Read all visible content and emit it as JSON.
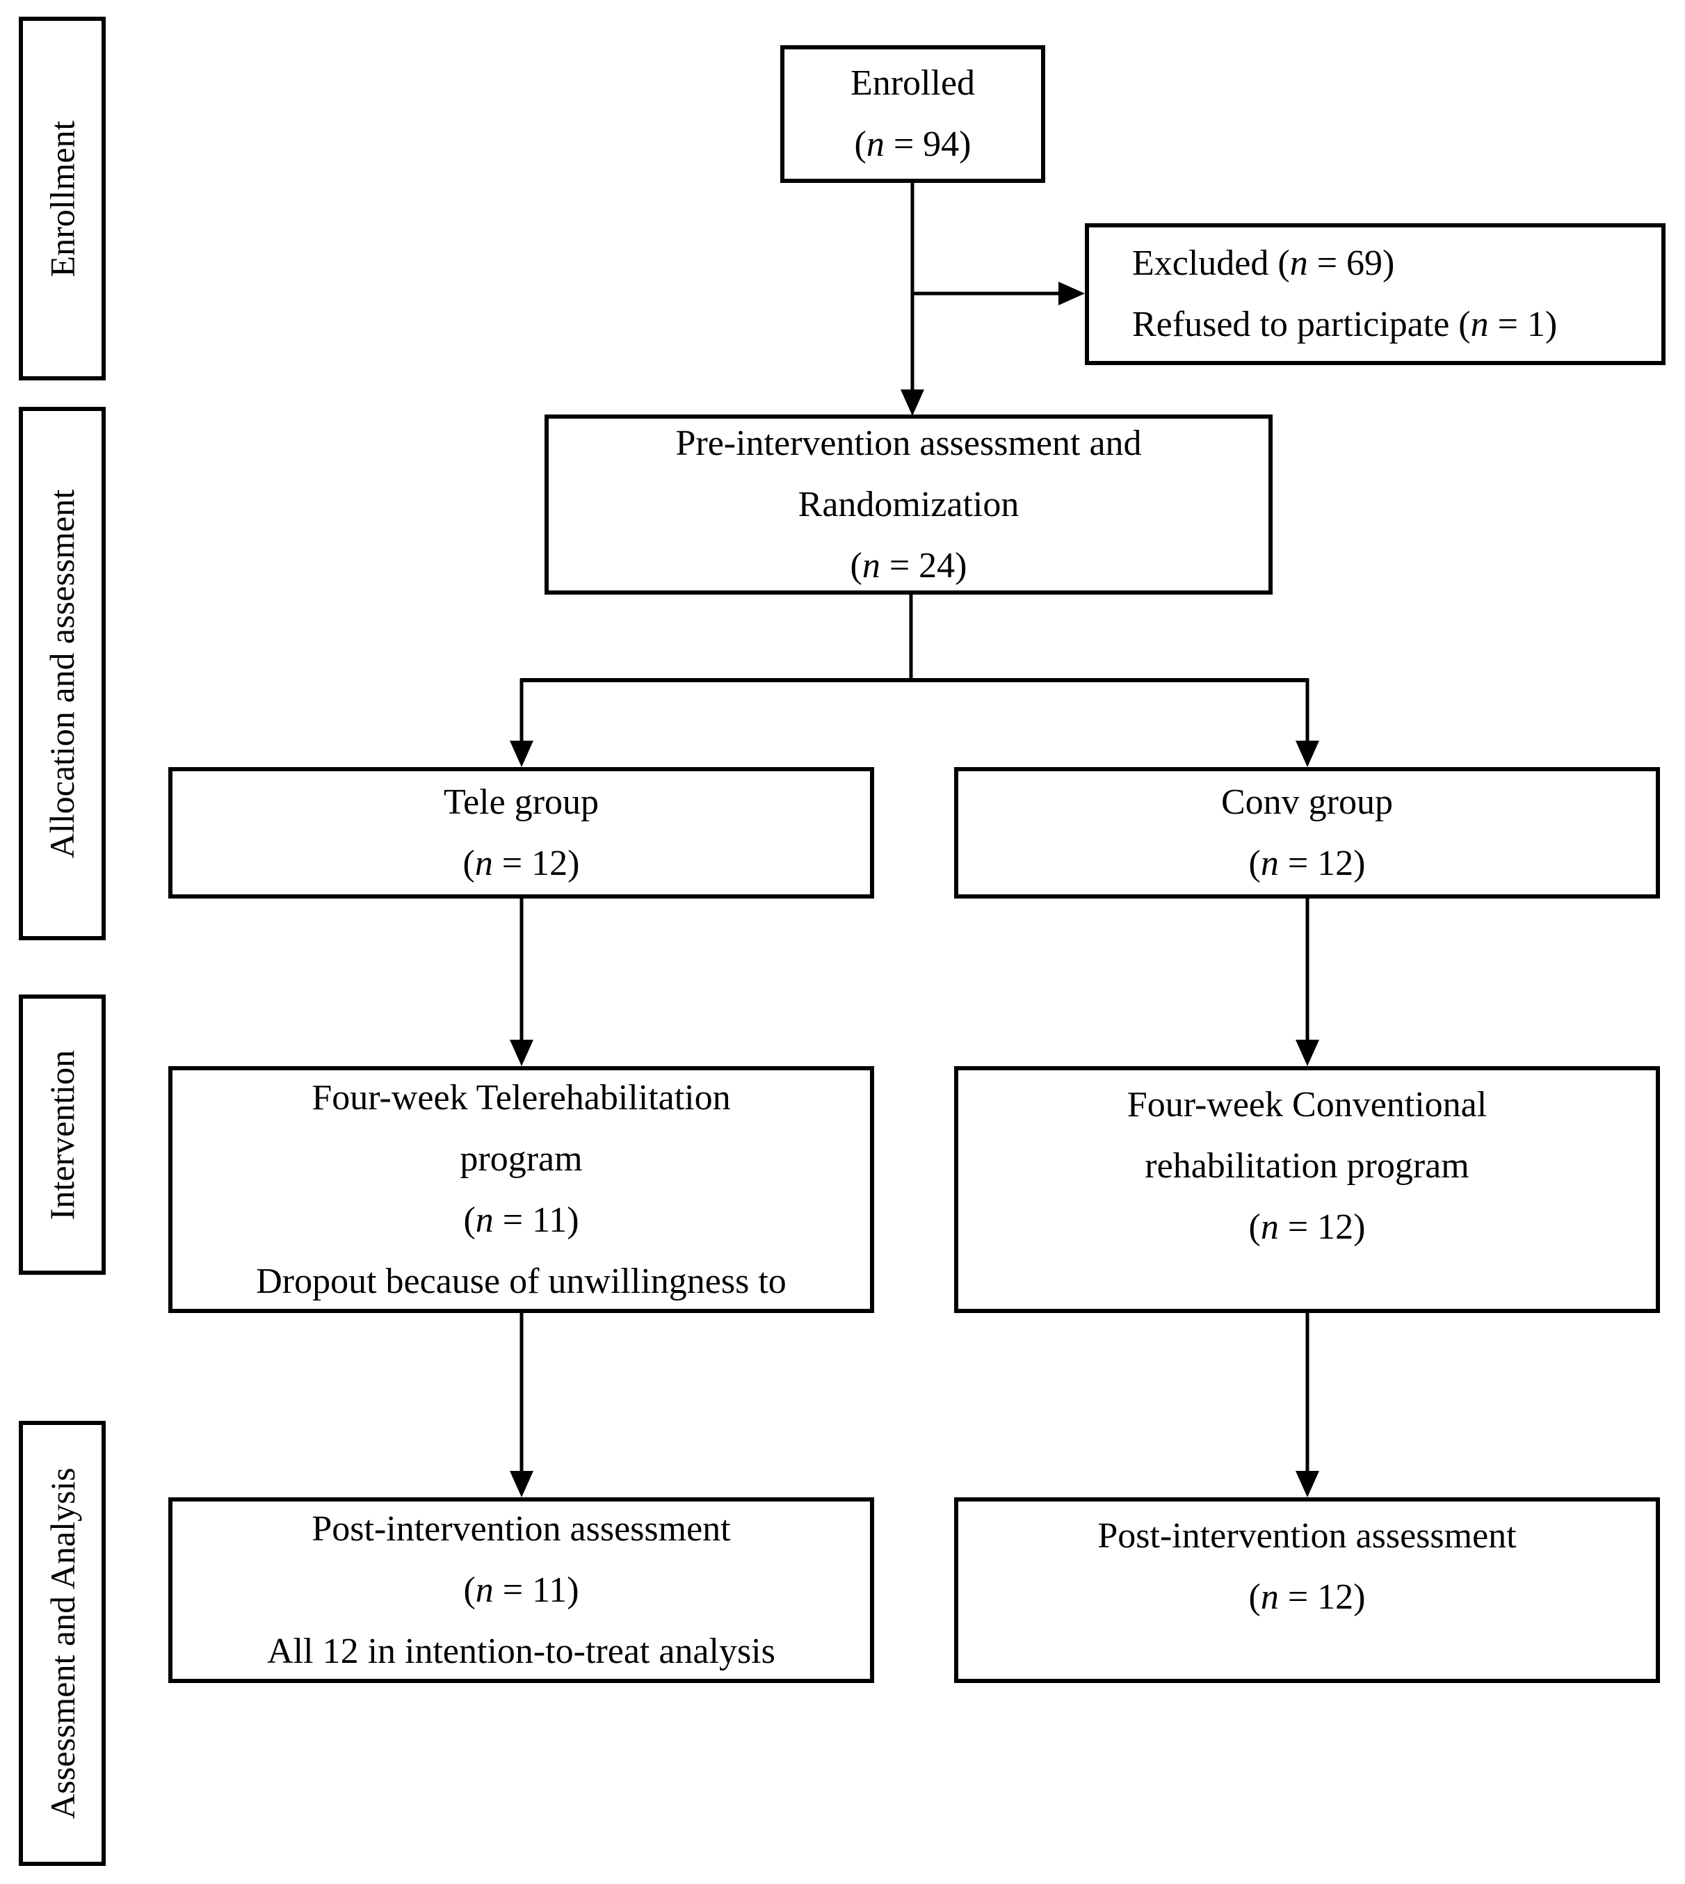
{
  "page": {
    "background": "#ffffff",
    "ink": "#000000"
  },
  "side_labels": [
    {
      "id": "enrollment",
      "text": "Enrollment"
    },
    {
      "id": "allocation",
      "text": "Allocation and assessment"
    },
    {
      "id": "intervention",
      "text": "Intervention"
    },
    {
      "id": "assessment",
      "text": "Assessment and Analysis"
    }
  ],
  "boxes": {
    "enrolled": {
      "lines": [
        [
          {
            "t": "Enrolled"
          }
        ],
        [
          {
            "t": "("
          },
          {
            "t": "n",
            "i": 1
          },
          {
            "t": " = 94)"
          }
        ]
      ]
    },
    "excluded": {
      "lines": [
        [
          {
            "t": "Excluded ("
          },
          {
            "t": "n",
            "i": 1
          },
          {
            "t": " = 69)"
          }
        ],
        [
          {
            "t": "Refused to participate ("
          },
          {
            "t": "n",
            "i": 1
          },
          {
            "t": " = 1)"
          }
        ]
      ]
    },
    "pre_intervention": {
      "lines": [
        [
          {
            "t": "Pre-intervention assessment and"
          }
        ],
        [
          {
            "t": "Randomization"
          }
        ],
        [
          {
            "t": "("
          },
          {
            "t": "n",
            "i": 1
          },
          {
            "t": " = 24)"
          }
        ]
      ]
    },
    "tele_group": {
      "lines": [
        [
          {
            "t": "Tele group"
          }
        ],
        [
          {
            "t": "("
          },
          {
            "t": "n",
            "i": 1
          },
          {
            "t": " = 12)"
          }
        ]
      ]
    },
    "conv_group": {
      "lines": [
        [
          {
            "t": "Conv group"
          }
        ],
        [
          {
            "t": "("
          },
          {
            "t": "n",
            "i": 1
          },
          {
            "t": " = 12)"
          }
        ]
      ]
    },
    "tele_program": {
      "lines": [
        [
          {
            "t": "Four-week Telerehabilitation"
          }
        ],
        [
          {
            "t": "program"
          }
        ],
        [
          {
            "t": "("
          },
          {
            "t": "n",
            "i": 1
          },
          {
            "t": " = 11)"
          }
        ],
        [
          {
            "t": "Dropout because of unwillingness to"
          }
        ]
      ]
    },
    "conv_program": {
      "lines": [
        [
          {
            "t": "Four-week Conventional"
          }
        ],
        [
          {
            "t": "rehabilitation program"
          }
        ],
        [
          {
            "t": "("
          },
          {
            "t": "n",
            "i": 1
          },
          {
            "t": " = 12)"
          }
        ]
      ]
    },
    "tele_post": {
      "lines": [
        [
          {
            "t": "Post-intervention assessment"
          }
        ],
        [
          {
            "t": "("
          },
          {
            "t": "n",
            "i": 1
          },
          {
            "t": " = 11)"
          }
        ],
        [
          {
            "t": "All 12 in intention-to-treat analysis"
          }
        ]
      ]
    },
    "conv_post": {
      "lines": [
        [
          {
            "t": "Post-intervention assessment"
          }
        ],
        [
          {
            "t": "("
          },
          {
            "t": "n",
            "i": 1
          },
          {
            "t": " = 12)"
          }
        ]
      ]
    }
  }
}
